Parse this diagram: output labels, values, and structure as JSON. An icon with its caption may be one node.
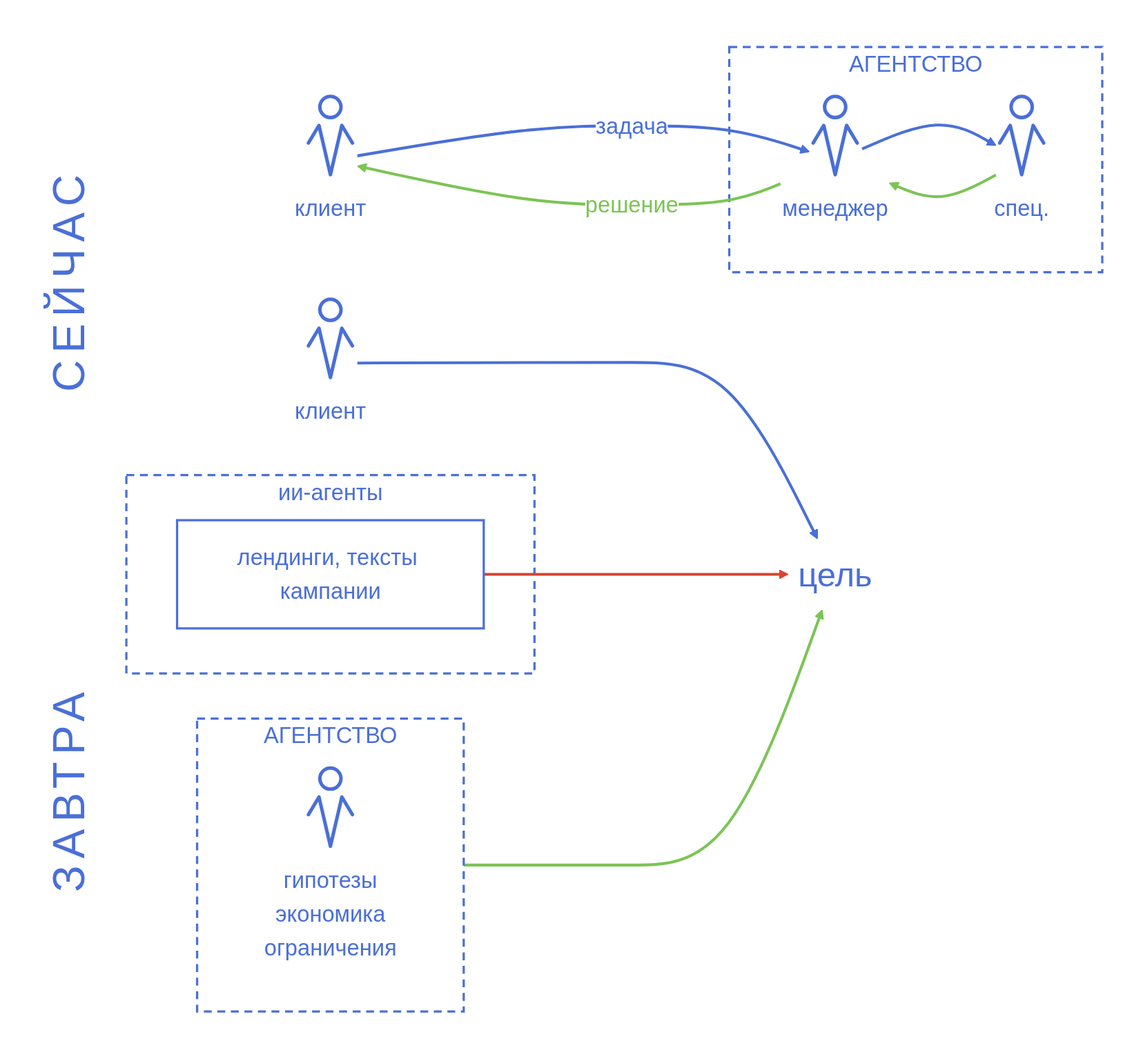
{
  "diagram": {
    "nodes": [
      {
        "text": [
          "клиент"
        ]
      },
      {
        "text": [
          "АГЕНТСТВО"
        ]
      },
      {
        "text": [
          "менеджер"
        ],
        "in": 1
      },
      {
        "text": [
          "спец."
        ],
        "in": 1
      },
      {
        "text": [
          "АГЕНТСТВО"
        ]
      },
      {
        "text": [
          "гипотезы",
          "экономика",
          "ограничения"
        ],
        "in": 4
      },
      {
        "text": [
          "цель"
        ]
      },
      {
        "text": [
          "ии-агенты"
        ]
      },
      {
        "text": [
          "лендинги, тексты кампании"
        ],
        "in": 7
      },
      {
        "text": [
          "клиент"
        ]
      }
    ],
    "edges": [
      {
        "from": 0,
        "to": 2,
        "arrow": "to",
        "label": "задача"
      },
      {
        "from": 2,
        "to": 0,
        "arrow": "to",
        "label": "решение",
        "color": "#7cc455"
      },
      {
        "from": 2,
        "to": 3,
        "arrow": "to"
      },
      {
        "from": 3,
        "to": 2,
        "arrow": "to",
        "color": "#7cc455"
      },
      {
        "from": 4,
        "to": 6,
        "arrow": "to",
        "color": "#7cc455"
      },
      {
        "from": 9,
        "to": 6,
        "arrow": "to"
      },
      {
        "from": 8,
        "to": 6,
        "arrow": "to",
        "color": "#d9432f"
      }
    ],
    "labels": [
      "СЕЙЧАС",
      "ЗАВТРА"
    ]
  }
}
